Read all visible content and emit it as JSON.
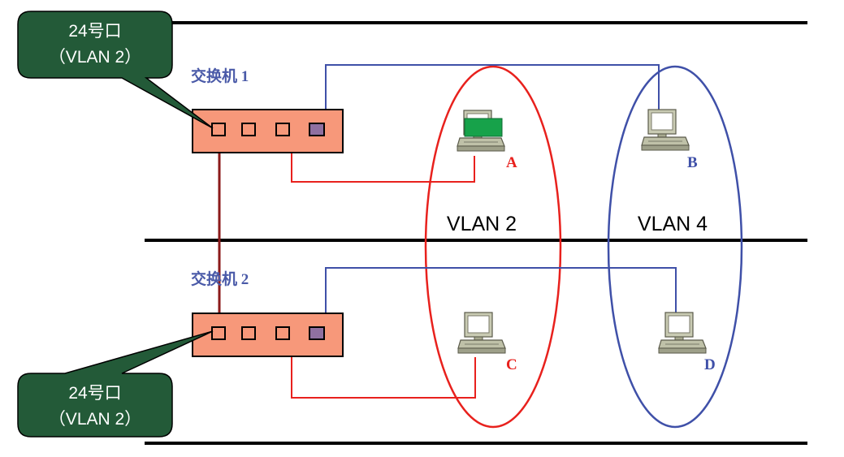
{
  "callouts": {
    "top": {
      "line1": "24号口",
      "line2": "（VLAN 2）"
    },
    "bottom": {
      "line1": "24号口",
      "line2": "（VLAN 2）"
    }
  },
  "switches": {
    "sw1": {
      "label": "交换机 1"
    },
    "sw2": {
      "label": "交换机 2"
    }
  },
  "vlans": {
    "vlan2": {
      "label": "VLAN 2",
      "color": "#e8211d"
    },
    "vlan4": {
      "label": "VLAN 4",
      "color": "#3f50a8"
    }
  },
  "computers": {
    "A": {
      "label": "A",
      "color": "#e8211d",
      "screen": "#17a24a"
    },
    "B": {
      "label": "B",
      "color": "#3f50a8"
    },
    "C": {
      "label": "C",
      "color": "#e8211d"
    },
    "D": {
      "label": "D",
      "color": "#3f50a8"
    }
  },
  "colors": {
    "callout_fill": "#235a38",
    "switch_fill": "#f7987a",
    "trunk_line": "#8b1a1a",
    "vlan4_port": "#9070a0",
    "switch_label": "#4a5aa8"
  }
}
